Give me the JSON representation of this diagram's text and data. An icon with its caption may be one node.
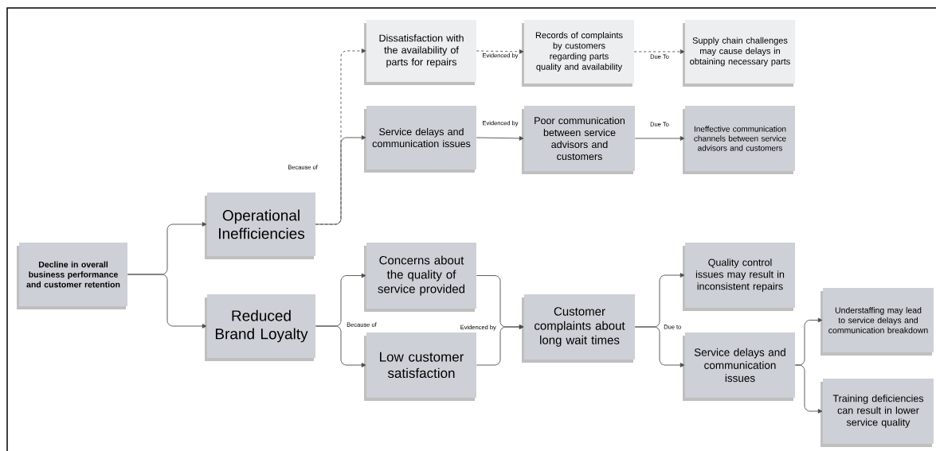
{
  "diagram": {
    "nodes": [
      {
        "text": [
          "Decline in overall business performance and customer retention"
        ]
      },
      {
        "text": [
          "Operational Inefficiencies"
        ]
      },
      {
        "text": [
          "Reduced Brand Loyalty"
        ]
      },
      {
        "text": [
          "Dissatisfaction with the availability of parts for repairs"
        ]
      },
      {
        "text": [
          "Service delays and communication issues"
        ]
      },
      {
        "text": [
          "Records of complaints by customers regarding parts quality and availability"
        ]
      },
      {
        "text": [
          "Poor communication between service advisors and customers"
        ]
      },
      {
        "text": [
          "Supply chain challenges may cause delays in obtaining necessary parts"
        ]
      },
      {
        "text": [
          "Ineffective communication channels between service advisors and customers"
        ]
      },
      {
        "text": [
          "Concerns about the quality of service provided"
        ]
      },
      {
        "text": [
          "Low customer satisfaction"
        ]
      },
      {
        "text": [
          "Customer complaints about long wait times"
        ]
      },
      {
        "text": [
          "Quality control issues may result in inconsistent repairs"
        ]
      },
      {
        "text": [
          "Service delays and communication issues"
        ]
      },
      {
        "text": [
          "Understaffing may lead to service delays and communication breakdown"
        ]
      },
      {
        "text": [
          "Training deficiencies can result in lower service quality"
        ]
      }
    ],
    "edges": [
      {
        "from": 0,
        "to": 1,
        "arrow": "to"
      },
      {
        "from": 0,
        "to": 2,
        "arrow": "to"
      },
      {
        "from": 1,
        "to": 3,
        "arrow": "to",
        "style": "dashed"
      },
      {
        "from": 1,
        "to": 4,
        "arrow": "to",
        "label": "Because of"
      },
      {
        "from": 3,
        "to": 5,
        "arrow": "to",
        "style": "dashed",
        "label": "Evidenced by"
      },
      {
        "from": 5,
        "to": 7,
        "arrow": "to",
        "style": "dashed",
        "label": "Due To"
      },
      {
        "from": 4,
        "to": 6,
        "arrow": "to",
        "label": "Evidenced by"
      },
      {
        "from": 6,
        "to": 8,
        "arrow": "to",
        "label": "Due To"
      },
      {
        "from": 2,
        "to": 9,
        "arrow": "to",
        "label": "Because of"
      },
      {
        "from": 2,
        "to": 10,
        "arrow": "to"
      },
      {
        "from": 9,
        "to": 11,
        "arrow": "to",
        "label": "Evidenced by"
      },
      {
        "from": 10,
        "to": 11,
        "arrow": "to"
      },
      {
        "from": 11,
        "to": 12,
        "arrow": "to",
        "label": "Due to"
      },
      {
        "from": 11,
        "to": 13,
        "arrow": "to"
      },
      {
        "from": 13,
        "to": 14,
        "arrow": "to"
      },
      {
        "from": 13,
        "to": 15,
        "arrow": "to"
      }
    ]
  }
}
